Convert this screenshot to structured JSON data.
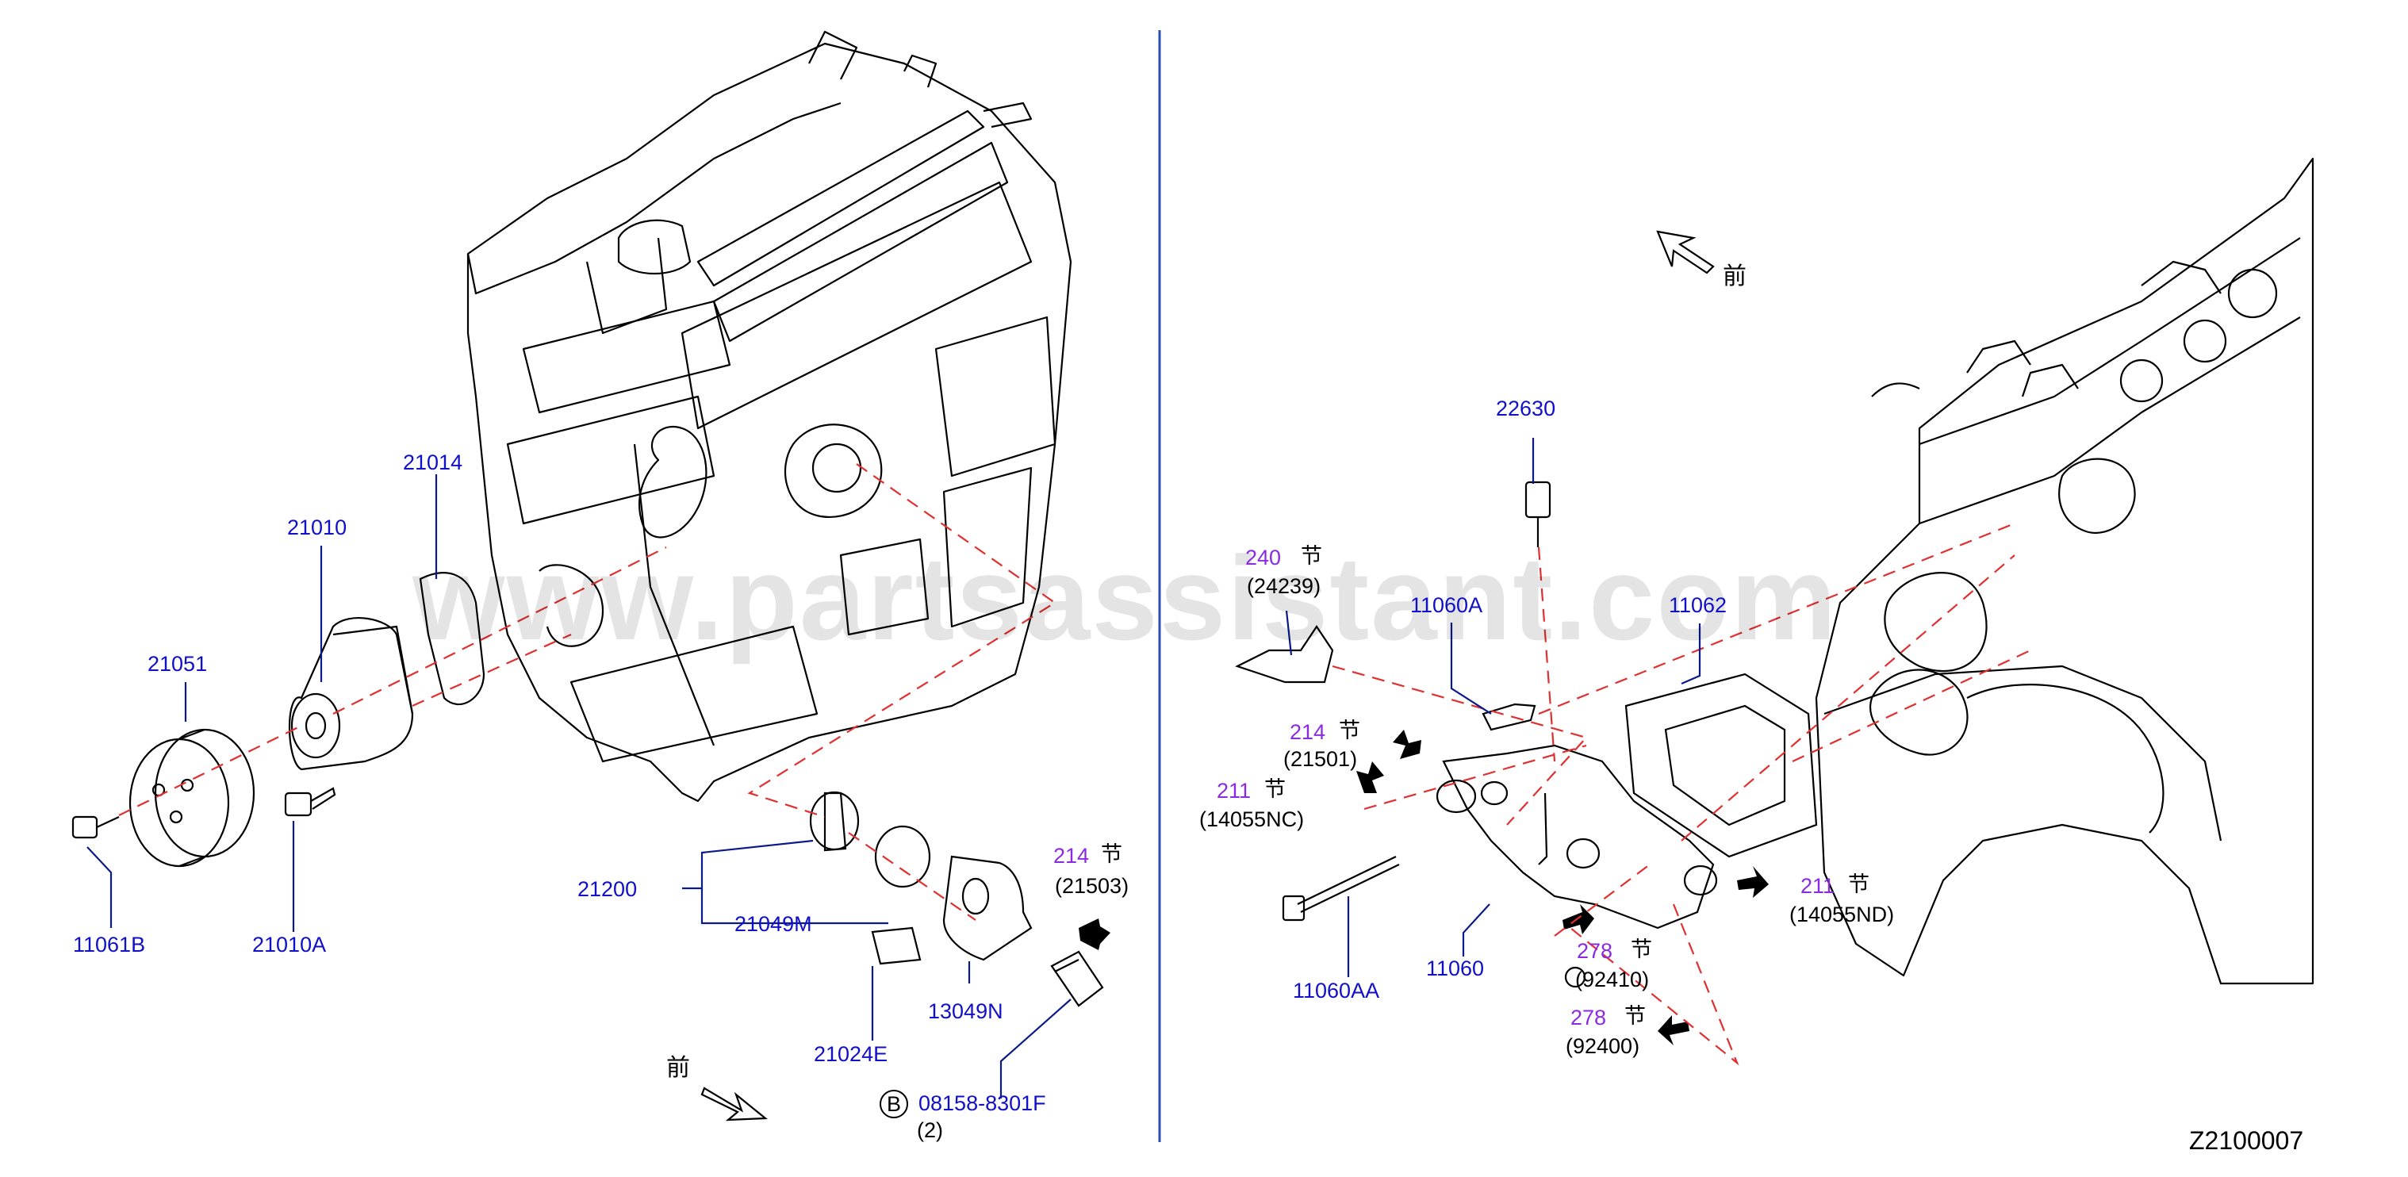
{
  "watermark": "www.partsassistant.com",
  "diagram_id": "Z2100007",
  "front_mark": "前",
  "section_mark": "节",
  "left_parts": {
    "p21014": "21014",
    "p21010": "21010",
    "p21051": "21051",
    "p11061B": "11061B",
    "p21010A": "21010A",
    "p21200": "21200",
    "p21049M": "21049M",
    "p21024E": "21024E",
    "p13049N": "13049N",
    "ref214_num": "214",
    "ref214_code": "(21503)",
    "bolt_badge": "B",
    "bolt_num": "08158-8301F",
    "bolt_qty": "(2)"
  },
  "right_parts": {
    "p22630": "22630",
    "ref240_num": "240",
    "ref240_code": "(24239)",
    "p11060A": "11060A",
    "p11062": "11062",
    "ref214_num": "214",
    "ref214_code": "(21501)",
    "ref211a_num": "211",
    "ref211a_code": "(14055NC)",
    "ref211b_num": "211",
    "ref211b_code": "(14055ND)",
    "p11060AA": "11060AA",
    "p11060": "11060",
    "ref278a_num": "278",
    "ref278a_code": "(92410)",
    "ref278b_num": "278",
    "ref278b_code": "(92400)"
  },
  "colors": {
    "part_label": "#1010c8",
    "ref_label": "#8a2be2",
    "leader_line": "#0a1a8a",
    "dashed_line": "#e03030",
    "divider": "#2b4fb0"
  }
}
